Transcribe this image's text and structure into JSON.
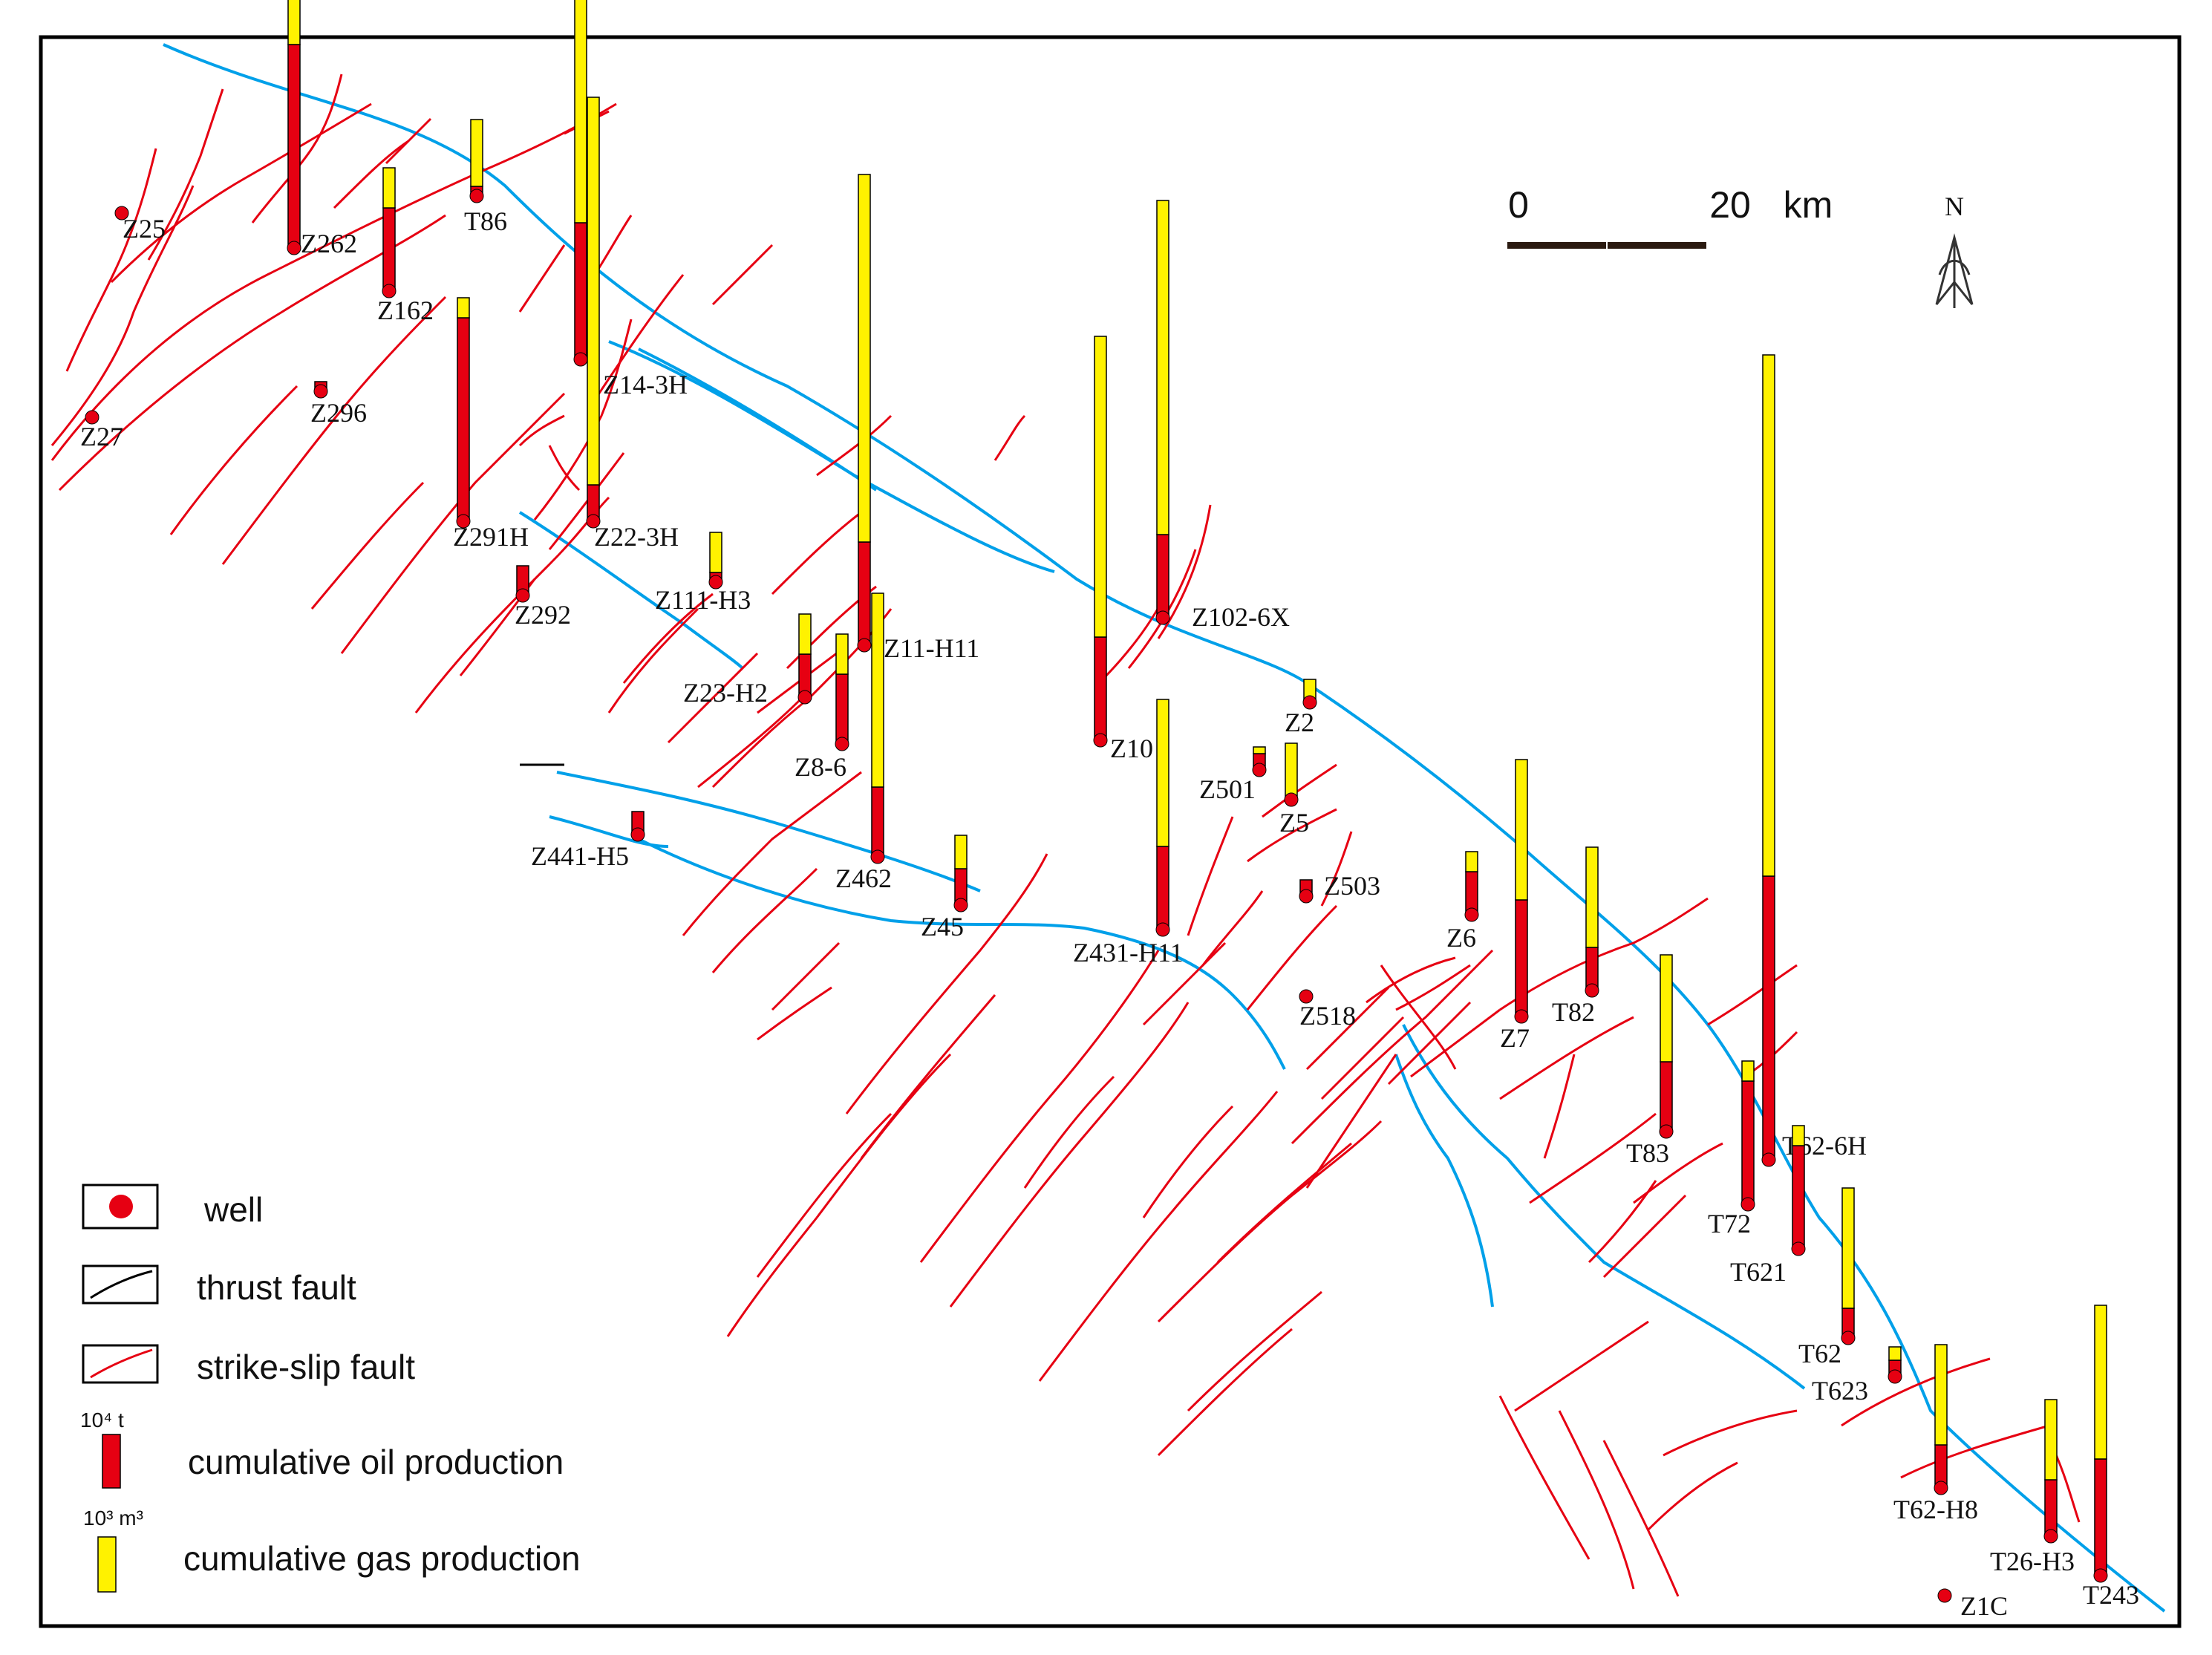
{
  "colors": {
    "oil": "#e60012",
    "gas": "#fff200",
    "river": "#00a0e9",
    "strike_slip": "#e60012",
    "thrust": "#000000",
    "frame": "#000000"
  },
  "scale_bar": {
    "zero": "0",
    "max": "20",
    "unit": "km"
  },
  "north": {
    "letter": "N",
    "icon": "north-arrow-icon"
  },
  "legend": {
    "well": "well",
    "thrust_fault": "thrust fault",
    "strike_slip_fault": "strike-slip fault",
    "oil_unit": "10⁴ t",
    "oil": "cumulative oil production",
    "gas_unit": "10³ m³",
    "gas": "cumulative gas production"
  },
  "wells": [
    {
      "name": "Z25",
      "oil": 0,
      "gas": 0
    },
    {
      "name": "Z262",
      "oil": 30,
      "gas": 15
    },
    {
      "name": "Z162",
      "oil": 12,
      "gas": 6
    },
    {
      "name": "T86",
      "oil": 1,
      "gas": 10
    },
    {
      "name": "Z296",
      "oil": 1,
      "gas": 0
    },
    {
      "name": "Z27",
      "oil": 0,
      "gas": 0
    },
    {
      "name": "Z14-3H",
      "oil": 20,
      "gas": 40
    },
    {
      "name": "Z291H",
      "oil": 30,
      "gas": 3
    },
    {
      "name": "Z22-3H",
      "oil": 5,
      "gas": 58
    },
    {
      "name": "Z292",
      "oil": 4,
      "gas": 0
    },
    {
      "name": "Z111-H3",
      "oil": 1,
      "gas": 6
    },
    {
      "name": "Z23-H2",
      "oil": 6,
      "gas": 6
    },
    {
      "name": "Z11-H11",
      "oil": 15,
      "gas": 55
    },
    {
      "name": "Z102-6X",
      "oil": 12,
      "gas": 50
    },
    {
      "name": "Z2",
      "oil": 0,
      "gas": 3
    },
    {
      "name": "Z10",
      "oil": 15,
      "gas": 45
    },
    {
      "name": "Z8-6",
      "oil": 10,
      "gas": 6
    },
    {
      "name": "Z501",
      "oil": 2,
      "gas": 1
    },
    {
      "name": "Z5",
      "oil": 0,
      "gas": 8
    },
    {
      "name": "Z441-H5",
      "oil": 3,
      "gas": 0
    },
    {
      "name": "Z462",
      "oil": 10,
      "gas": 29
    },
    {
      "name": "Z45",
      "oil": 5,
      "gas": 5
    },
    {
      "name": "Z431-H11",
      "oil": 12,
      "gas": 22
    },
    {
      "name": "Z503",
      "oil": 2,
      "gas": 0
    },
    {
      "name": "Z6",
      "oil": 6,
      "gas": 3
    },
    {
      "name": "Z518",
      "oil": 0,
      "gas": 0
    },
    {
      "name": "Z7",
      "oil": 17,
      "gas": 21
    },
    {
      "name": "T82",
      "oil": 6,
      "gas": 15
    },
    {
      "name": "T83",
      "oil": 10,
      "gas": 16
    },
    {
      "name": "T62-6H",
      "oil": 42,
      "gas": 78
    },
    {
      "name": "T72",
      "oil": 18,
      "gas": 3
    },
    {
      "name": "T621",
      "oil": 15,
      "gas": 3
    },
    {
      "name": "T62",
      "oil": 4,
      "gas": 18
    },
    {
      "name": "T623",
      "oil": 2,
      "gas": 2
    },
    {
      "name": "T62-H8",
      "oil": 6,
      "gas": 15
    },
    {
      "name": "T26-H3",
      "oil": 8,
      "gas": 12
    },
    {
      "name": "T243",
      "oil": 17,
      "gas": 23
    },
    {
      "name": "Z1C",
      "oil": 0,
      "gas": 0
    }
  ]
}
